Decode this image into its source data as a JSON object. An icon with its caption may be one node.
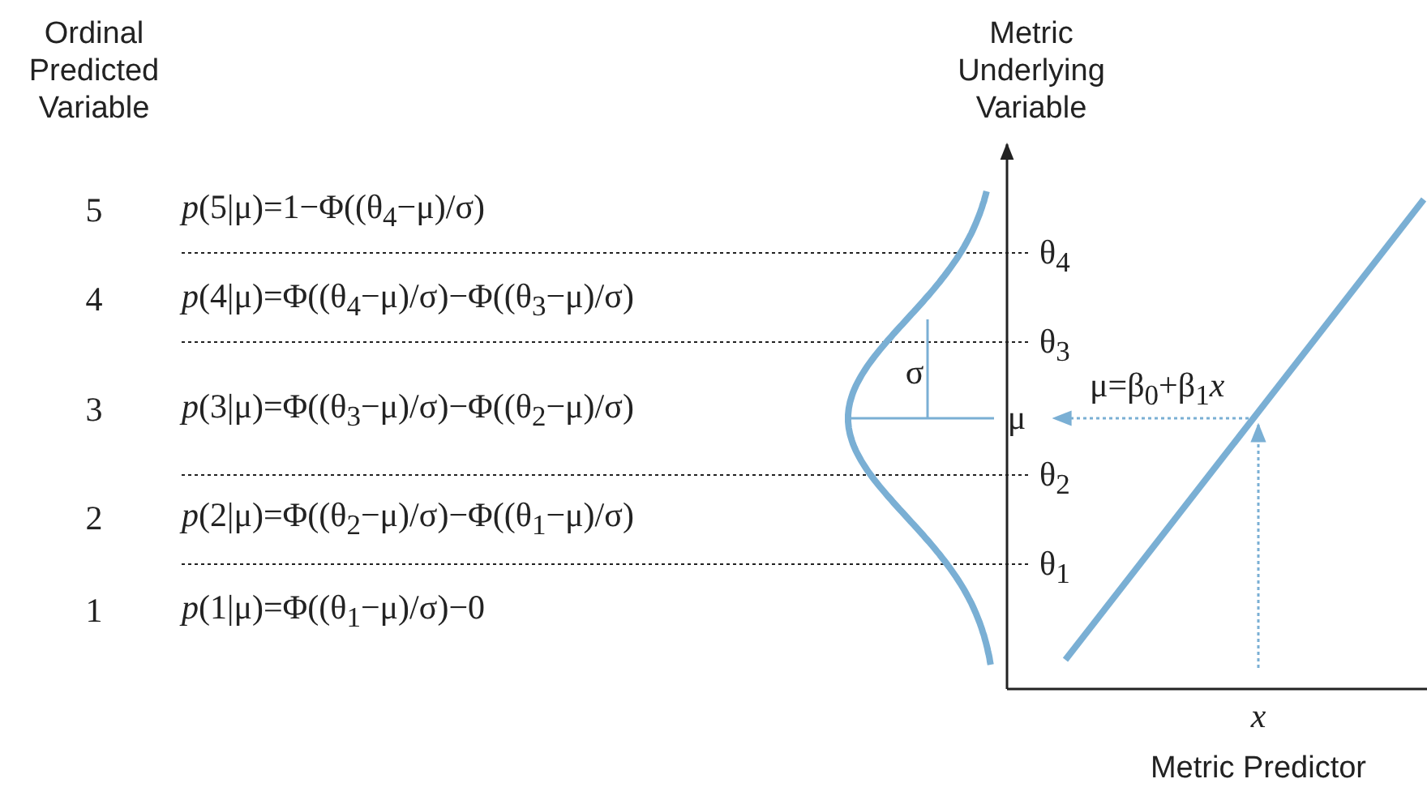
{
  "diagram": {
    "labels": [
      "Ordinal Predicted Variable",
      "Metric Underlying Variable",
      "5",
      "*p*(5|μ)=1−Φ((θ$_{4}$−μ)/σ)",
      "θ$_{4}$",
      "4",
      "*p*(4|μ)=Φ((θ$_{4}$−μ)/σ)−Φ((θ$_{3}$−μ)/σ)",
      "θ$_{3}$",
      "σ",
      "3",
      "*p*(3|μ)=Φ((θ$_{3}$−μ)/σ)−Φ((θ$_{2}$−μ)/σ)",
      "μ=β$_{0}$+β$_{1}$*x*",
      "μ",
      "θ$_{2}$",
      "2",
      "*p*(2|μ)=Φ((θ$_{2}$−μ)/σ)−Φ((θ$_{1}$−μ)/σ)",
      "θ$_{1}$",
      "1",
      "*p*(1|μ)=Φ((θ$_{1}$−μ)/σ)−0",
      "*x*",
      "Metric Predictor"
    ]
  }
}
